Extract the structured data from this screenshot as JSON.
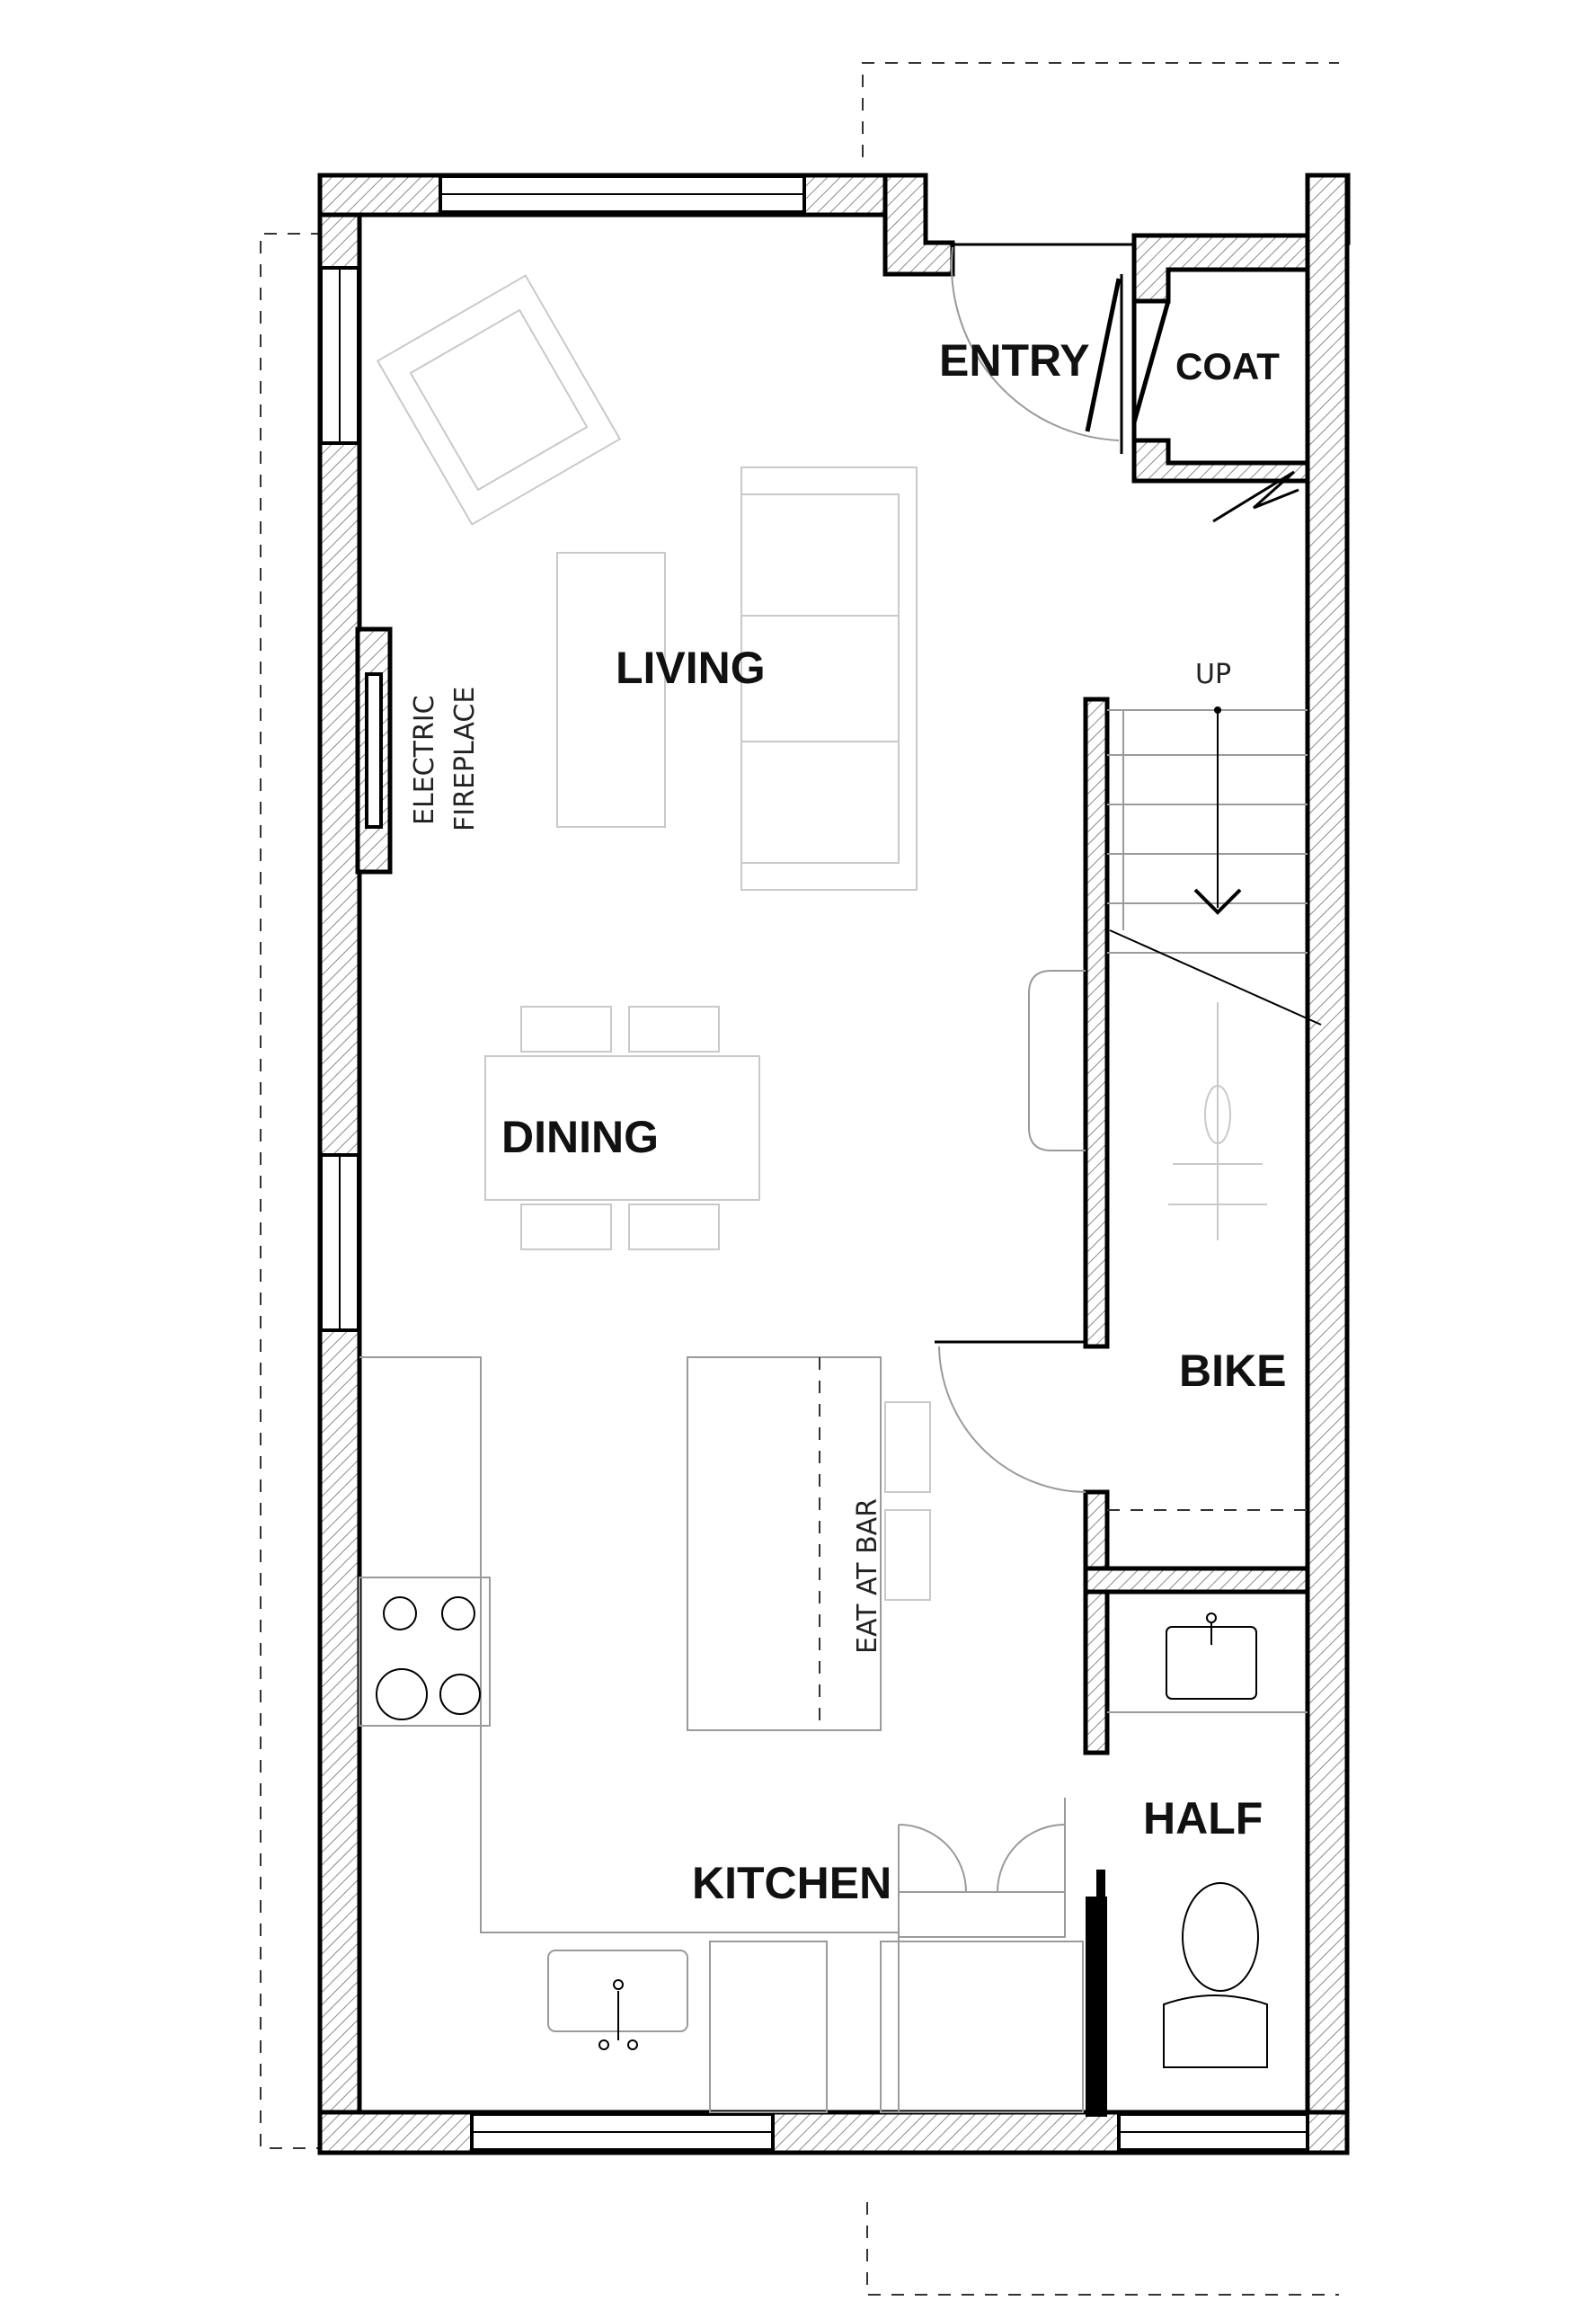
{
  "labels": {
    "entry": "ENTRY",
    "coat": "COAT",
    "living": "LIVING",
    "dining": "DINING",
    "bike": "BIKE",
    "half": "HALF",
    "kitchen": "KITCHEN",
    "eat_at_bar": "EAT AT BAR",
    "fireplace_line1": "ELECTRIC",
    "fireplace_line2": "FIREPLACE",
    "stair_up": "UP"
  }
}
